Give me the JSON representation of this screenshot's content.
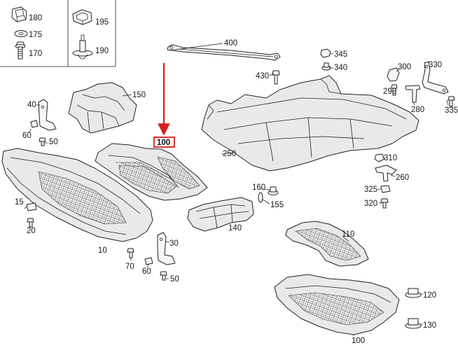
{
  "accent_color": "#d91c1c",
  "highlight": {
    "label": "100"
  },
  "labels": {
    "p180": "180",
    "p175": "175",
    "p170": "170",
    "p195": "195",
    "p190": "190",
    "p400": "400",
    "p345": "345",
    "p340": "340",
    "p430": "430",
    "p300": "300",
    "p330": "330",
    "p290": "290",
    "p280": "280",
    "p335": "335",
    "p150": "150",
    "p40": "40",
    "p60a": "60",
    "p50a": "50",
    "p250": "250",
    "p310": "310",
    "p260": "260",
    "p325": "325",
    "p320": "320",
    "p160": "160",
    "p155": "155",
    "p140": "140",
    "p15": "15",
    "p20": "20",
    "p10": "10",
    "p30": "30",
    "p70": "70",
    "p60b": "60",
    "p50b": "50",
    "p110": "110",
    "p120": "120",
    "p130": "130",
    "p100b": "100"
  }
}
